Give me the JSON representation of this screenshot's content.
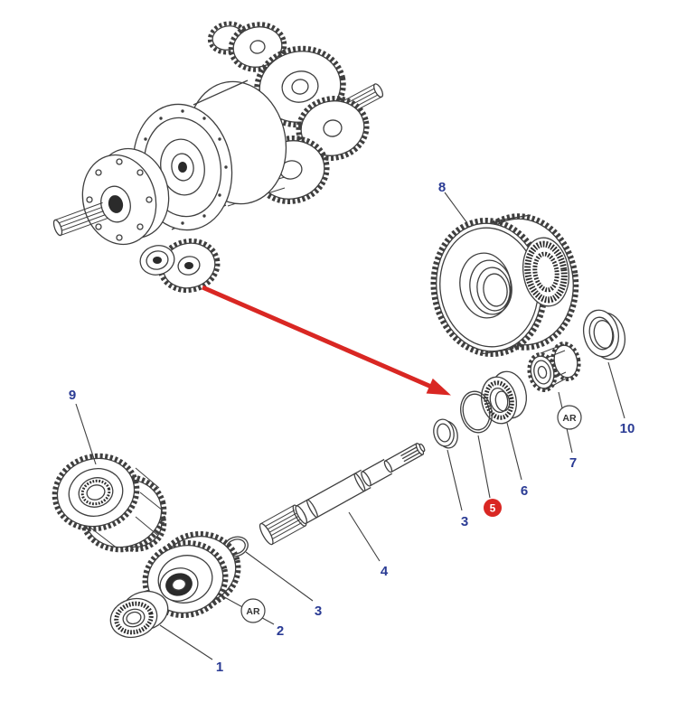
{
  "page": {
    "type": "exploded-parts-diagram",
    "background": "#ffffff"
  },
  "colors": {
    "line": "#3f3f3f",
    "label_blue": "#2a3b94",
    "accent_red": "#d92723"
  },
  "labels": {
    "n1": "1",
    "n2": "2",
    "n3_left": "3",
    "n3_right": "3",
    "n4": "4",
    "n5": "5",
    "n6": "6",
    "n7": "7",
    "n8": "8",
    "n9": "9",
    "n10": "10",
    "ar": "AR"
  }
}
